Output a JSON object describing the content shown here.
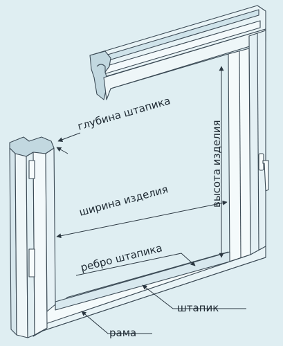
{
  "labels": {
    "bead_depth": "глубина штапика",
    "product_height": "высота изделия",
    "product_width": "ширина изделия",
    "bead_rib": "ребро штапика",
    "bead": "штапик",
    "frame": "рама"
  }
}
